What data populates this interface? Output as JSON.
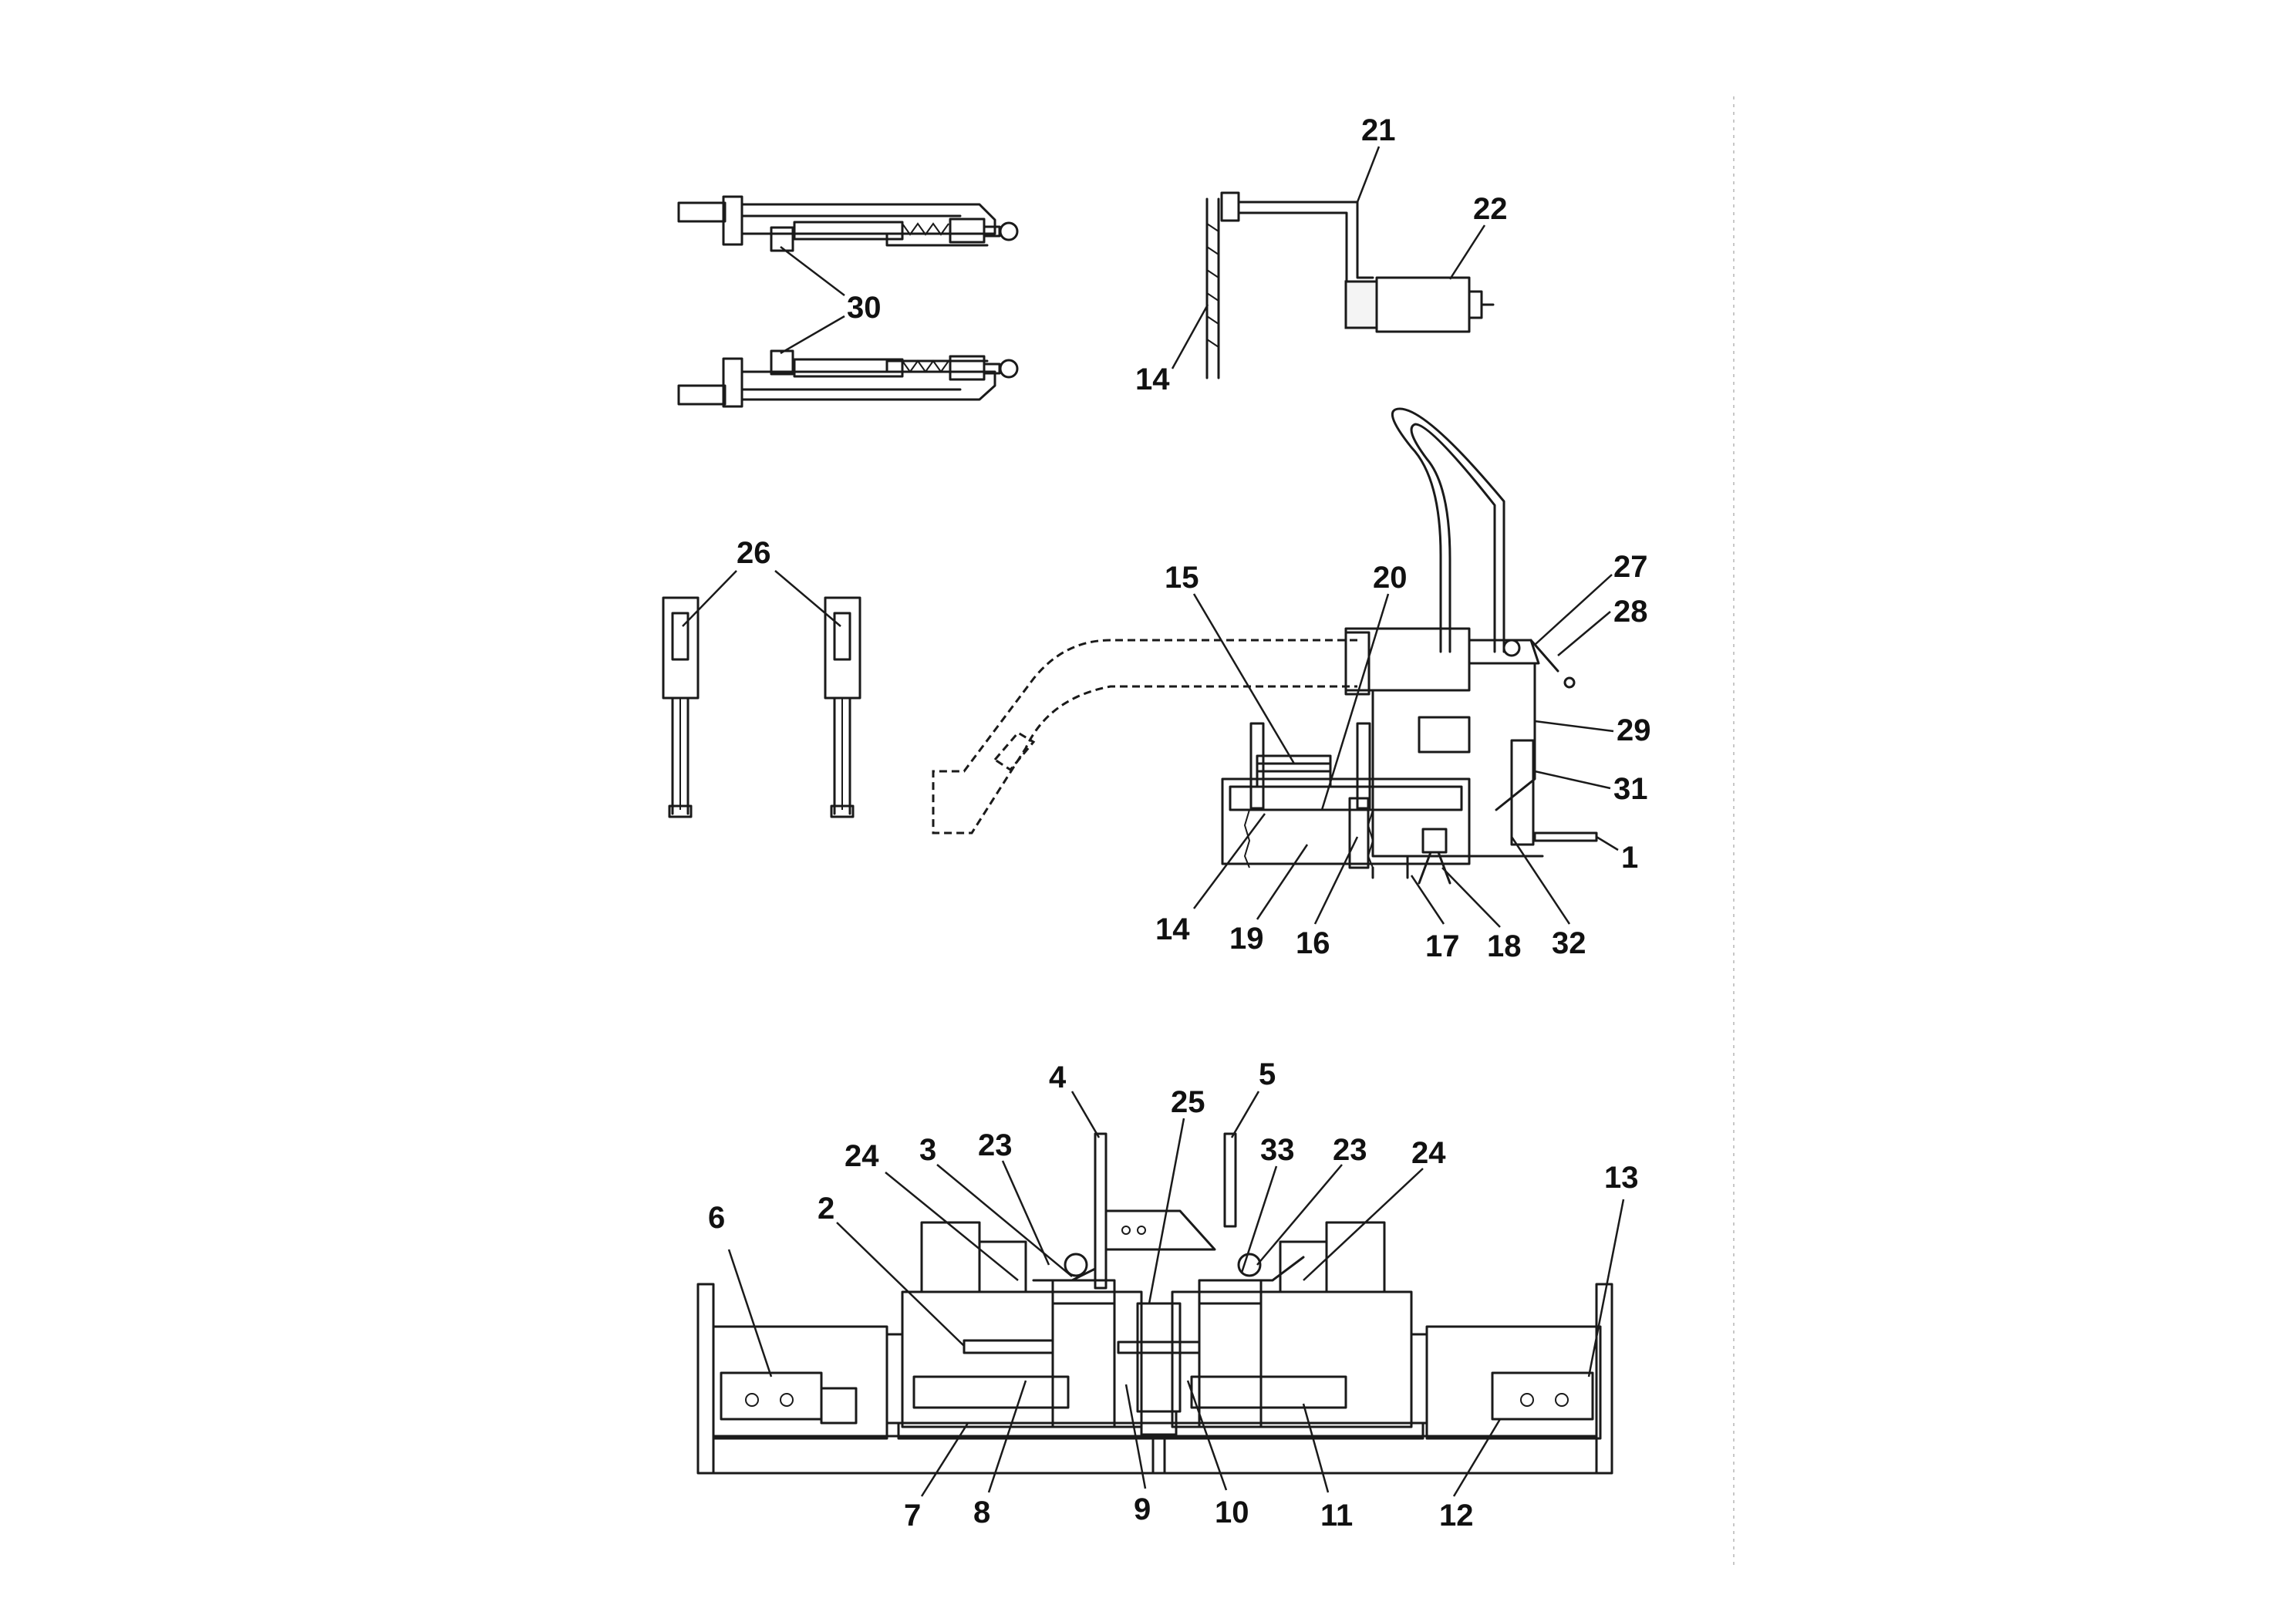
{
  "labels": {
    "l1": "1",
    "l2": "2",
    "l3": "3",
    "l4": "4",
    "l5": "5",
    "l6": "6",
    "l7": "7",
    "l8": "8",
    "l9": "9",
    "l10": "10",
    "l11": "11",
    "l12": "12",
    "l13": "13",
    "l14a": "14",
    "l14b": "14",
    "l15": "15",
    "l16": "16",
    "l17": "17",
    "l18": "18",
    "l19": "19",
    "l20": "20",
    "l21": "21",
    "l22": "22",
    "l23a": "23",
    "l23b": "23",
    "l24a": "24",
    "l24b": "24",
    "l25": "25",
    "l26": "26",
    "l27": "27",
    "l28": "28",
    "l29": "29",
    "l30": "30",
    "l31": "31",
    "l32": "32",
    "l33": "33"
  }
}
